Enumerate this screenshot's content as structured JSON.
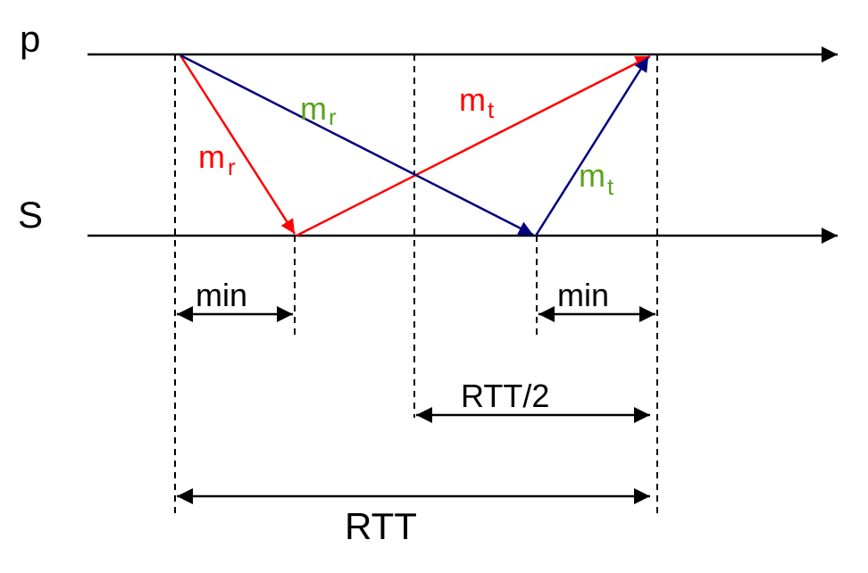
{
  "process_labels": {
    "p": "p",
    "s": "S"
  },
  "messages": {
    "mr_red": {
      "base": "m",
      "sub": "r"
    },
    "mr_green": {
      "base": "m",
      "sub": "r"
    },
    "mt_red": {
      "base": "m",
      "sub": "t"
    },
    "mt_green": {
      "base": "m",
      "sub": "t"
    }
  },
  "intervals": {
    "min_left": "min",
    "min_right": "min",
    "rtt_half": "RTT/2",
    "rtt": "RTT"
  },
  "colors": {
    "timeline": "#000000",
    "red_arrow": "#ff0000",
    "blue_arrow": "#00007f",
    "red_text": "#ff0000",
    "green_text": "#5aa31f"
  }
}
